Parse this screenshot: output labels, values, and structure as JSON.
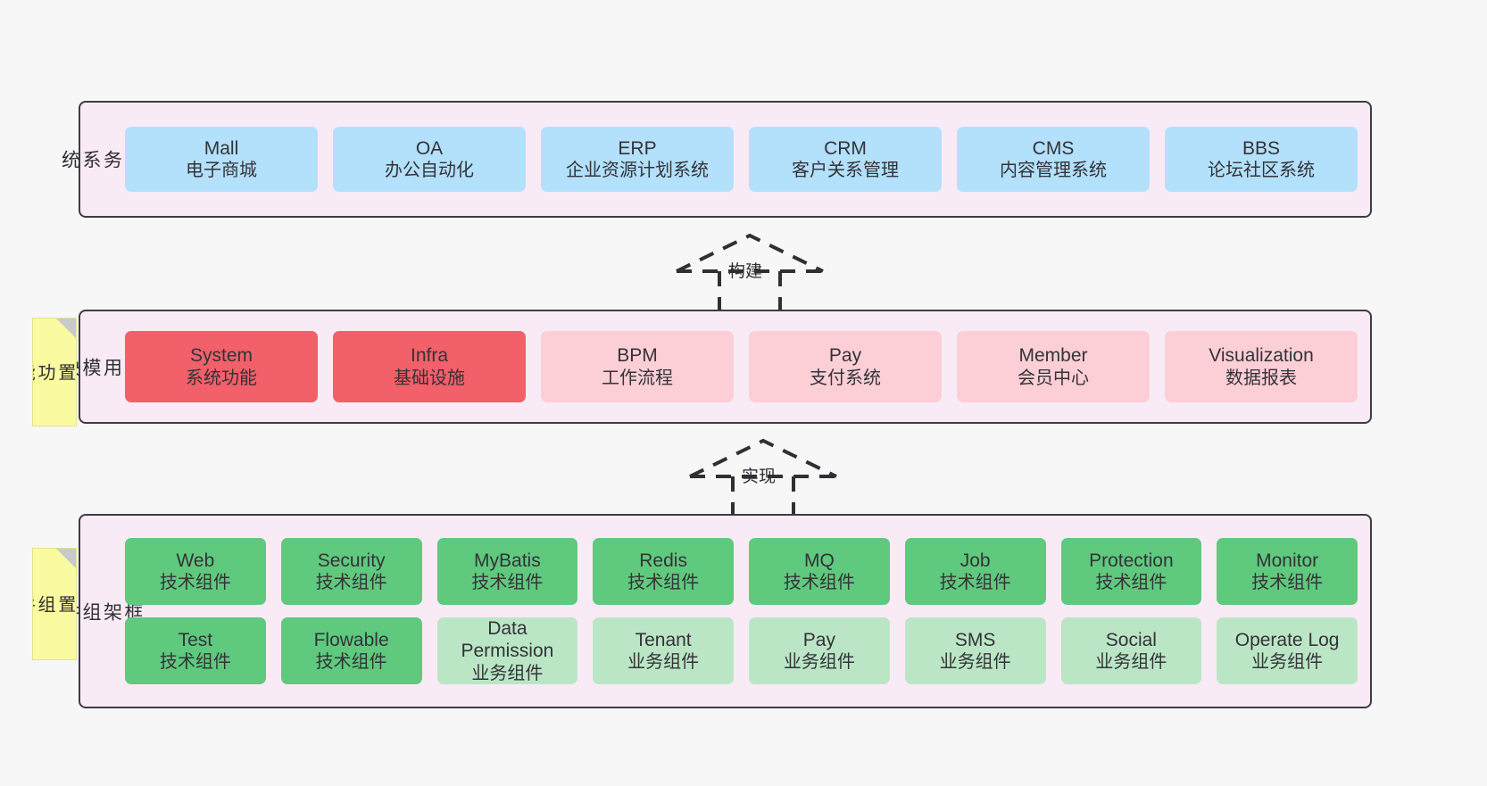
{
  "diagram": {
    "background_color": "#f7f7f7",
    "container_border_color": "#3f3b44",
    "container_fill_color": "#f9ebf5"
  },
  "layers": [
    {
      "key": "business",
      "title": "业\n务\n系\n统",
      "box_color": "#b3e0fb",
      "rows": [
        [
          {
            "en": "Mall",
            "cn": "电子商城"
          },
          {
            "en": "OA",
            "cn": "办公自动化"
          },
          {
            "en": "ERP",
            "cn": "企业资源计划系统"
          },
          {
            "en": "CRM",
            "cn": "客户关系管理"
          },
          {
            "en": "CMS",
            "cn": "内容管理系统"
          },
          {
            "en": "BBS",
            "cn": "论坛社区系统"
          }
        ]
      ]
    },
    {
      "key": "common",
      "title": "通\n用\n模\n块",
      "rows": [
        [
          {
            "en": "System",
            "cn": "系统功能",
            "color": "#f2606a"
          },
          {
            "en": "Infra",
            "cn": "基础设施",
            "color": "#f2606a"
          },
          {
            "en": "BPM",
            "cn": "工作流程",
            "color": "#fccfd6"
          },
          {
            "en": "Pay",
            "cn": "支付系统",
            "color": "#fccfd6"
          },
          {
            "en": "Member",
            "cn": "会员中心",
            "color": "#fccfd6"
          },
          {
            "en": "Visualization",
            "cn": "数据报表",
            "color": "#fccfd6"
          }
        ]
      ]
    },
    {
      "key": "framework",
      "title": "框\n架\n组\n件",
      "rows": [
        [
          {
            "en": "Web",
            "cn": "技术组件",
            "color": "#5fc97e"
          },
          {
            "en": "Security",
            "cn": "技术组件",
            "color": "#5fc97e"
          },
          {
            "en": "MyBatis",
            "cn": "技术组件",
            "color": "#5fc97e"
          },
          {
            "en": "Redis",
            "cn": "技术组件",
            "color": "#5fc97e"
          },
          {
            "en": "MQ",
            "cn": "技术组件",
            "color": "#5fc97e"
          },
          {
            "en": "Job",
            "cn": "技术组件",
            "color": "#5fc97e"
          },
          {
            "en": "Protection",
            "cn": "技术组件",
            "color": "#5fc97e"
          },
          {
            "en": "Monitor",
            "cn": "技术组件",
            "color": "#5fc97e"
          }
        ],
        [
          {
            "en": "Test",
            "cn": "技术组件",
            "color": "#5fc97e"
          },
          {
            "en": "Flowable",
            "cn": "技术组件",
            "color": "#5fc97e"
          },
          {
            "en": "Data Permission",
            "cn": "业务组件",
            "color": "#bbe6c6"
          },
          {
            "en": "Tenant",
            "cn": "业务组件",
            "color": "#bbe6c6"
          },
          {
            "en": "Pay",
            "cn": "业务组件",
            "color": "#bbe6c6"
          },
          {
            "en": "SMS",
            "cn": "业务组件",
            "color": "#bbe6c6"
          },
          {
            "en": "Social",
            "cn": "业务组件",
            "color": "#bbe6c6"
          },
          {
            "en": "Operate Log",
            "cn": "业务组件",
            "color": "#bbe6c6"
          }
        ]
      ]
    }
  ],
  "notes": [
    {
      "key": "functions",
      "text": "内\n置\n功\n能",
      "color": "#fafaa0"
    },
    {
      "key": "components",
      "text": "内\n置\n组\n件",
      "color": "#fafaa0"
    }
  ],
  "arrows": [
    {
      "key": "build",
      "label": "构建",
      "style": "dashed-generalization"
    },
    {
      "key": "impl",
      "label": "实现",
      "style": "dashed-generalization"
    }
  ]
}
